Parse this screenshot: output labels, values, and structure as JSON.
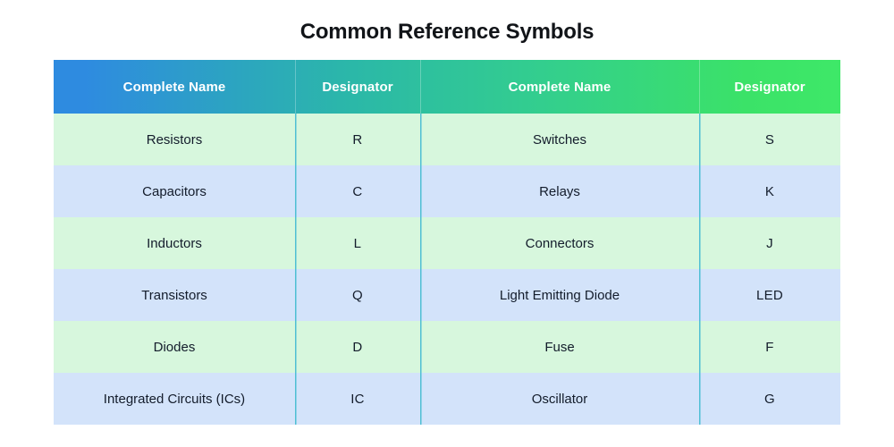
{
  "page": {
    "title": "Common Reference Symbols",
    "background_color": "#ffffff",
    "title_color": "#111418"
  },
  "table": {
    "header": {
      "columns": [
        {
          "label": "Complete Name"
        },
        {
          "label": "Designator"
        },
        {
          "label": "Complete Name"
        },
        {
          "label": "Designator"
        }
      ],
      "gradient_start_color": "#2E8BE0",
      "gradient_mid_color": "#2BB8A8",
      "gradient_end_color": "#3EE868",
      "text_color": "#ffffff"
    },
    "row_colors": {
      "green": "#D7F7DD",
      "blue": "#D3E3FA",
      "divider": "#4FBFD4",
      "text": "#131c2b"
    },
    "rows": [
      {
        "name_left": "Resistors",
        "designator_left": "R",
        "name_right": "Switches",
        "designator_right": "S"
      },
      {
        "name_left": "Capacitors",
        "designator_left": "C",
        "name_right": "Relays",
        "designator_right": "K"
      },
      {
        "name_left": "Inductors",
        "designator_left": "L",
        "name_right": "Connectors",
        "designator_right": "J"
      },
      {
        "name_left": "Transistors",
        "designator_left": "Q",
        "name_right": "Light Emitting Diode",
        "designator_right": "LED"
      },
      {
        "name_left": "Diodes",
        "designator_left": "D",
        "name_right": "Fuse",
        "designator_right": "F"
      },
      {
        "name_left": "Integrated Circuits (ICs)",
        "designator_left": "IC",
        "name_right": "Oscillator",
        "designator_right": "G"
      }
    ]
  }
}
